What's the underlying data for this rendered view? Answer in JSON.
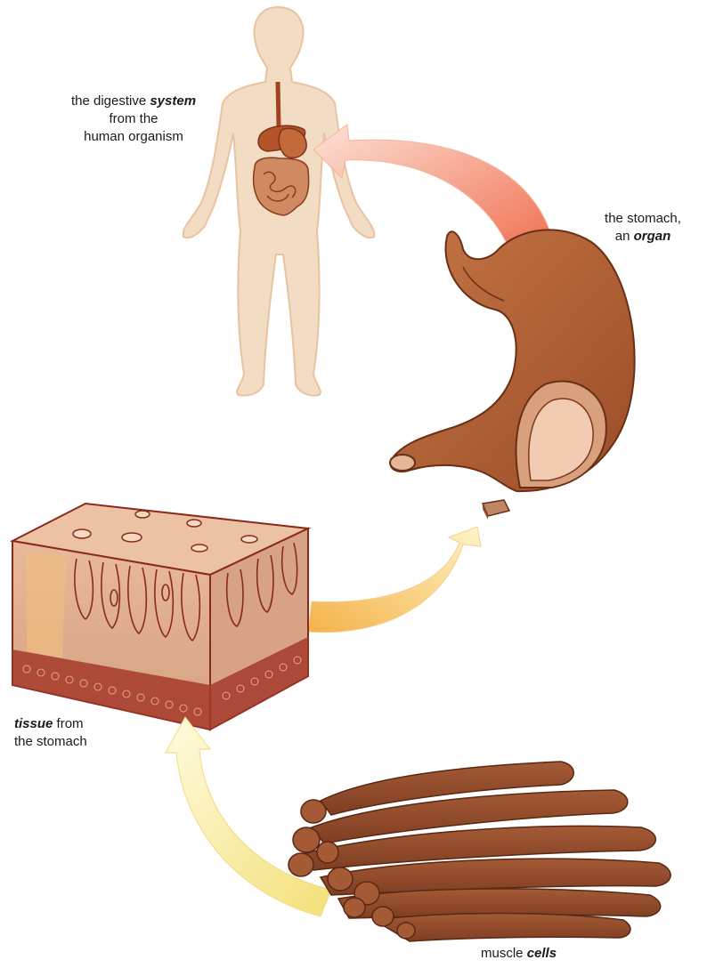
{
  "labels": {
    "system": {
      "line1_pre": "the digestive ",
      "line1_key": "system",
      "line2": "from the",
      "line3": "human organism"
    },
    "organ": {
      "line1": "the stomach,",
      "line2_pre": "an ",
      "line2_key": "organ"
    },
    "tissue": {
      "line1_key": "tissue",
      "line1_post": " from",
      "line2": "the stomach"
    },
    "cells": {
      "line1_pre": "muscle ",
      "line1_key": "cells"
    }
  },
  "colors": {
    "body": "#f3dcc4",
    "body_outline": "#e9c7a5",
    "organ_dark": "#8f4622",
    "organ_light": "#c97a4a",
    "arrow_top": "#f38a6a",
    "arrow_mid": "#f6c56d",
    "arrow_bottom": "#f7e88a",
    "tissue_top": "#e9b99a",
    "tissue_side": "#d49a79",
    "cell": "#8f4a2b"
  }
}
